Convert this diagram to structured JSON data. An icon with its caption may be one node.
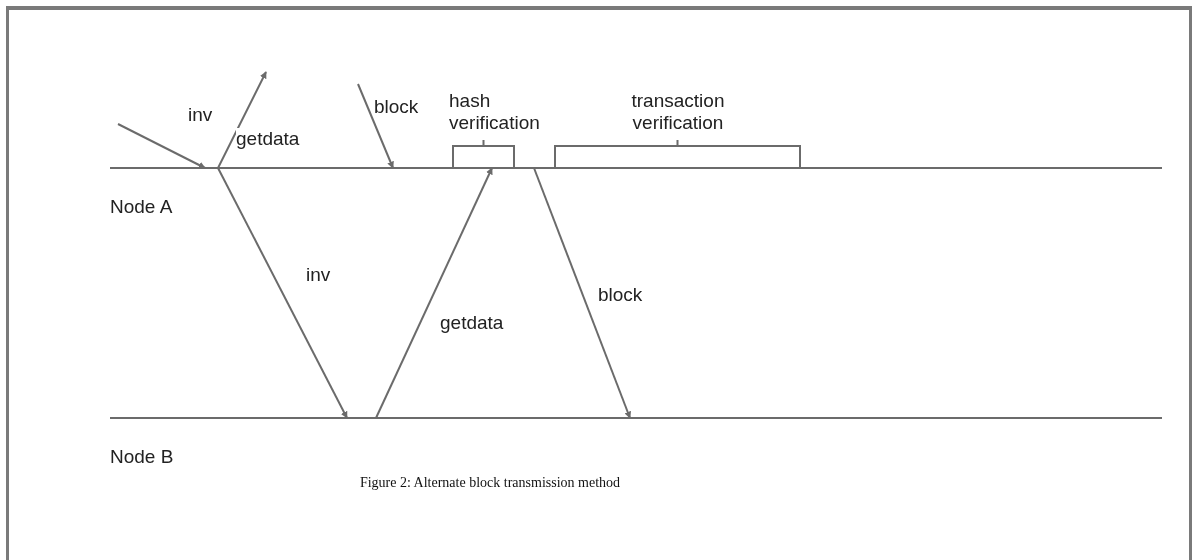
{
  "diagram": {
    "caption": "Figure 2: Alternate block transmission method",
    "nodes": [
      {
        "text": [
          "Node A"
        ]
      },
      {
        "text": [
          "Node B"
        ]
      }
    ],
    "edges": [
      {
        "from": null,
        "to": 0,
        "arrow": "to",
        "label": "inv"
      },
      {
        "from": 0,
        "to": null,
        "arrow": "to",
        "label": "getdata"
      },
      {
        "from": null,
        "to": 0,
        "arrow": "to",
        "label": "block"
      },
      {
        "from": 0,
        "to": 1,
        "arrow": "to",
        "label": "inv"
      },
      {
        "from": 1,
        "to": 0,
        "arrow": "to",
        "label": "getdata"
      },
      {
        "from": 0,
        "to": 1,
        "arrow": "to",
        "label": "block"
      }
    ],
    "labels": [
      "hash verification",
      "transaction verification"
    ]
  }
}
